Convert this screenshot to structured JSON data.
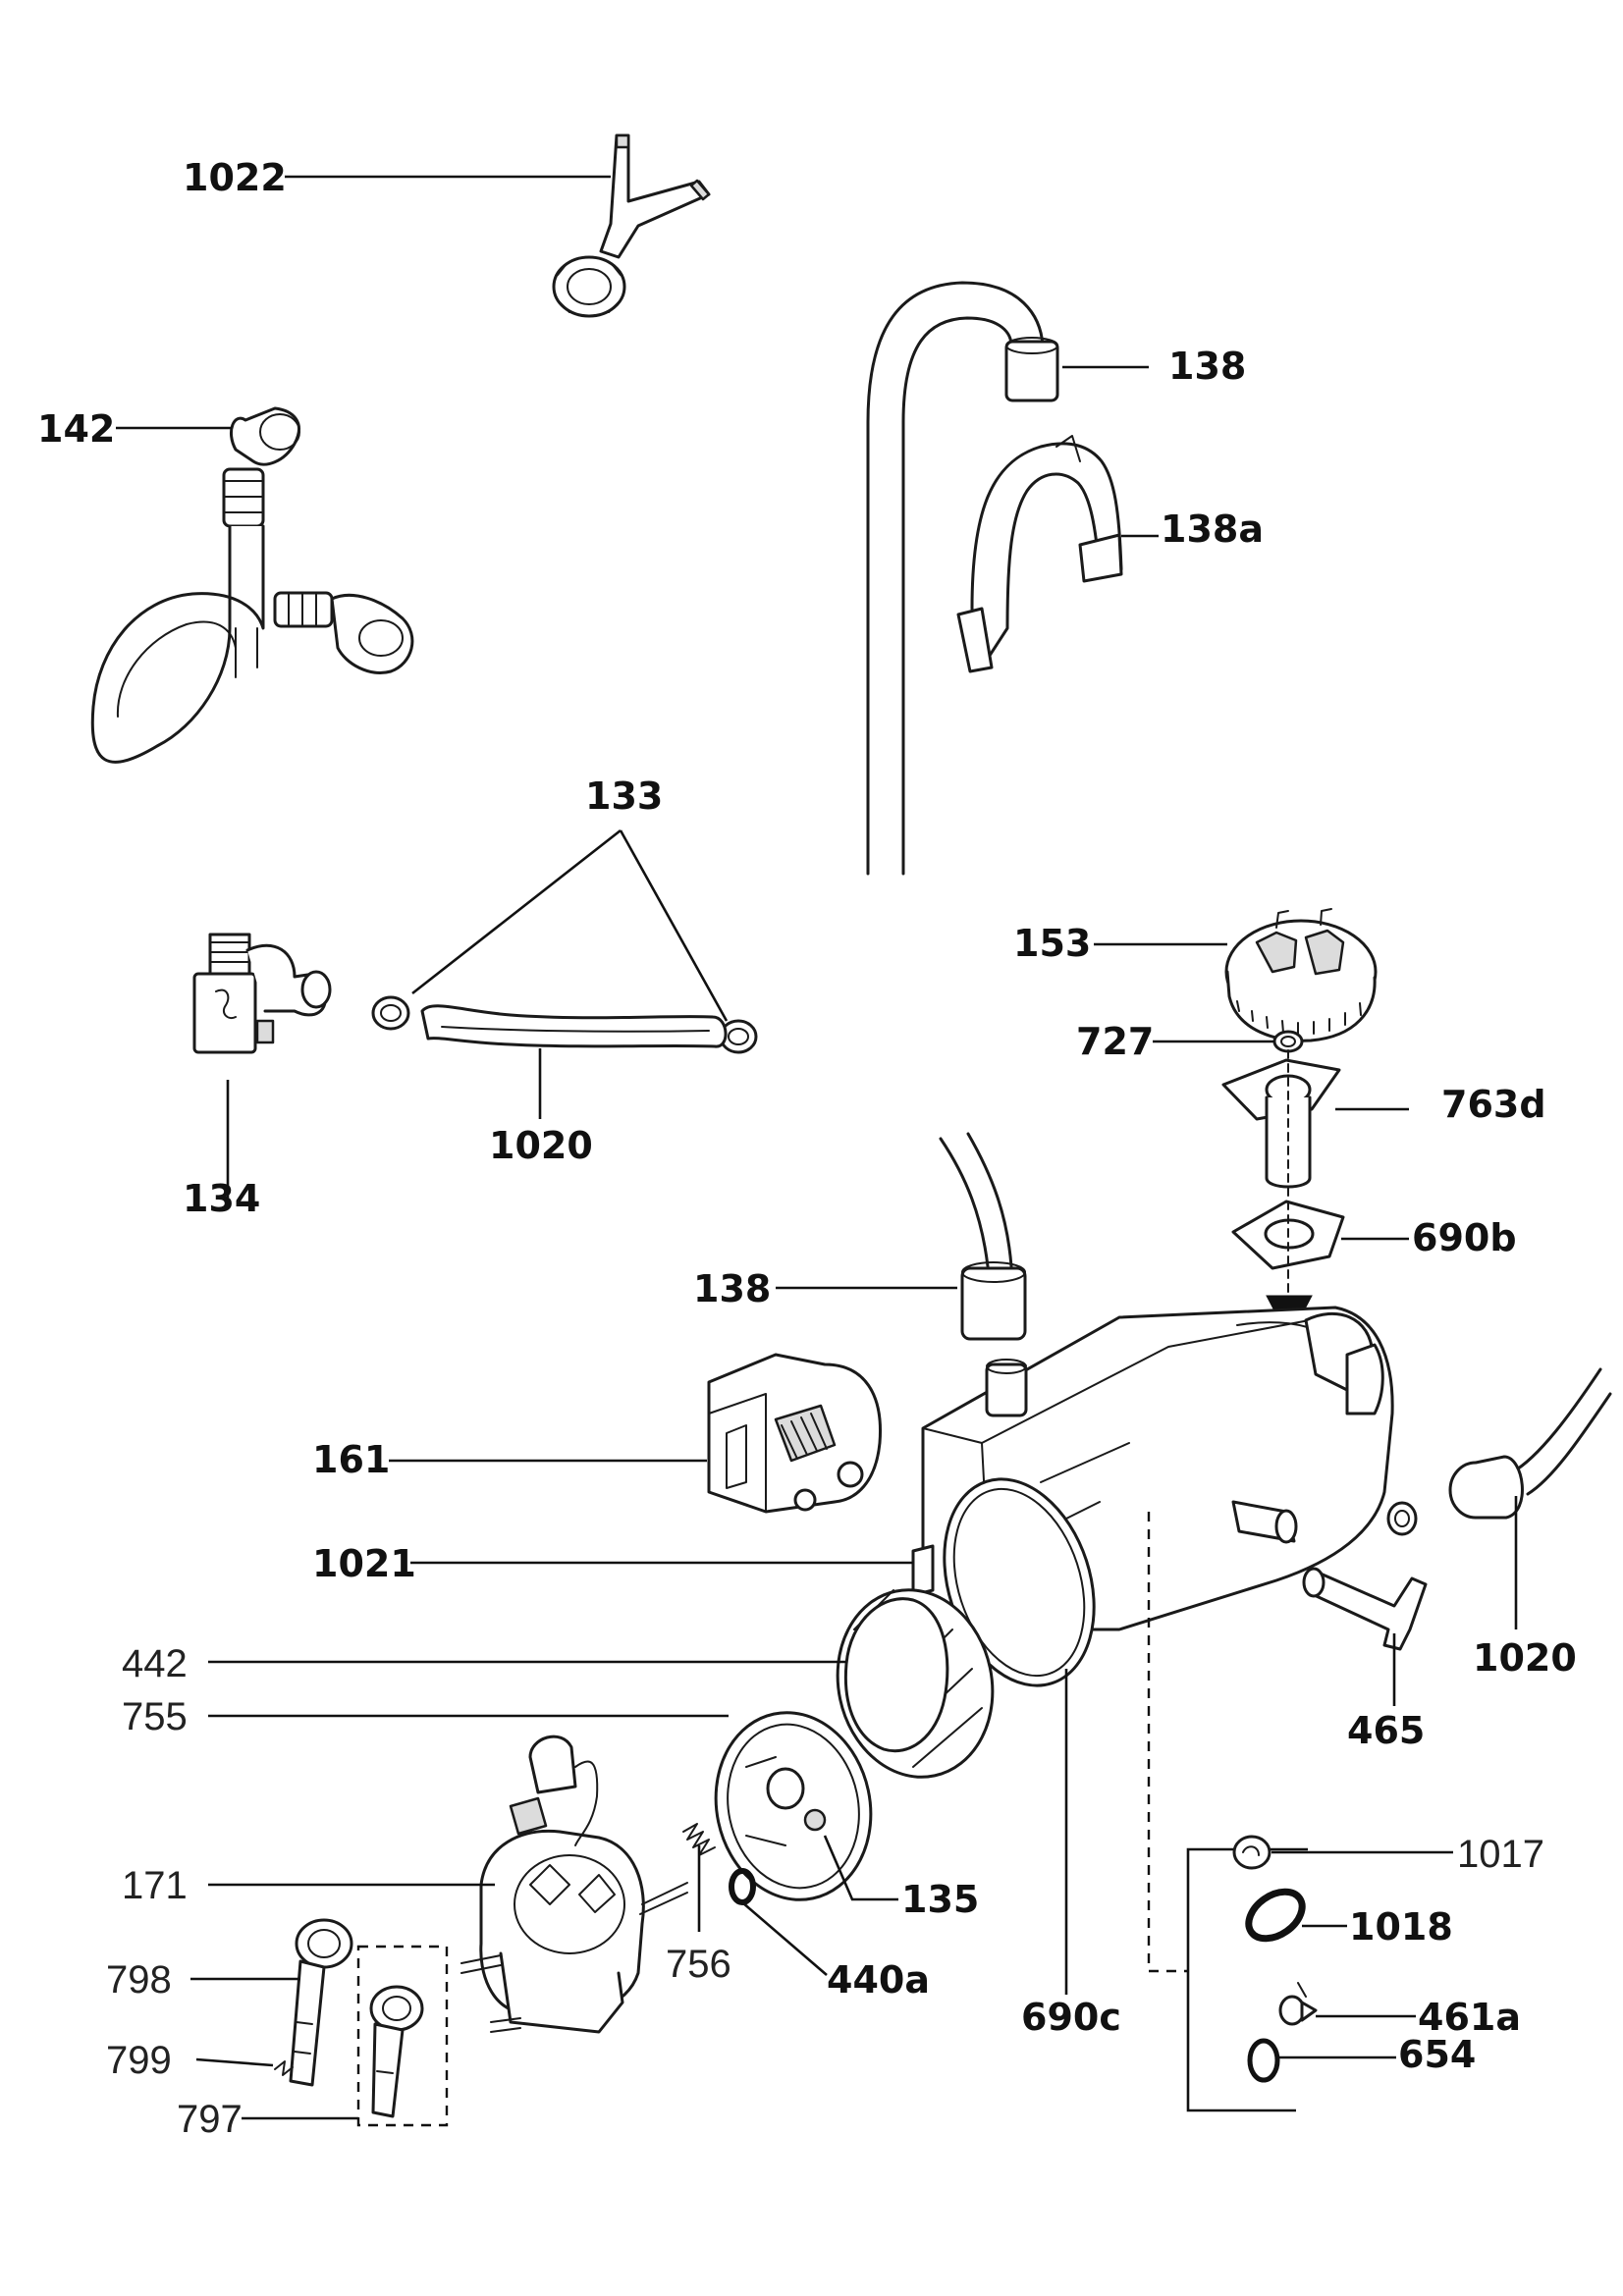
{
  "diagram": {
    "labels": {
      "p1022": "1022",
      "p142": "142",
      "p138_top": "138",
      "p138a": "138a",
      "p133": "133",
      "p134": "134",
      "p1020_left": "1020",
      "p153": "153",
      "p727": "727",
      "p763d": "763d",
      "p690b": "690b",
      "p138_mid": "138",
      "p161": "161",
      "p1021": "1021",
      "p442": "442",
      "p755": "755",
      "p171": "171",
      "p798": "798",
      "p799": "799",
      "p797": "797",
      "p756": "756",
      "p440a": "440a",
      "p135": "135",
      "p690c": "690c",
      "p465": "465",
      "p1020_right": "1020",
      "p1017": "1017",
      "p1018": "1018",
      "p461a": "461a",
      "p654": "654"
    }
  }
}
